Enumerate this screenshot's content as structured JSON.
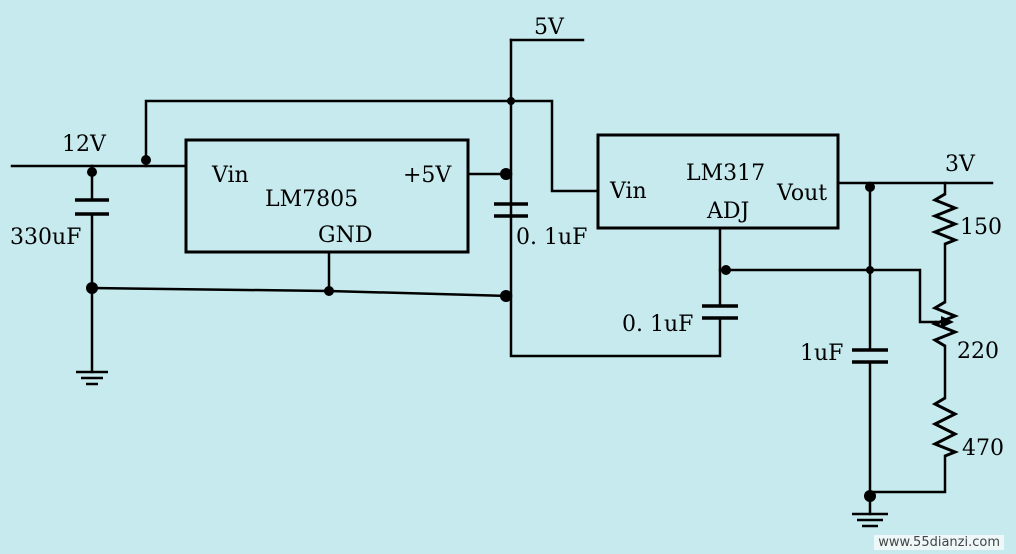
{
  "supply": {
    "v12": "12V",
    "v5": "5V",
    "v3": "3V"
  },
  "ic1": {
    "name": "LM7805",
    "vin": "Vin",
    "out": "+5V",
    "gnd": "GND"
  },
  "ic2": {
    "name": "LM317",
    "vin": "Vin",
    "vout": "Vout",
    "adj": "ADJ"
  },
  "caps": {
    "c1": "330uF",
    "c2": "0. 1uF",
    "c3": "0. 1uF",
    "c4": "1uF"
  },
  "resistors": {
    "r1": "150",
    "r2": "220",
    "r3": "470"
  },
  "watermark": "www.55dianzi.com"
}
